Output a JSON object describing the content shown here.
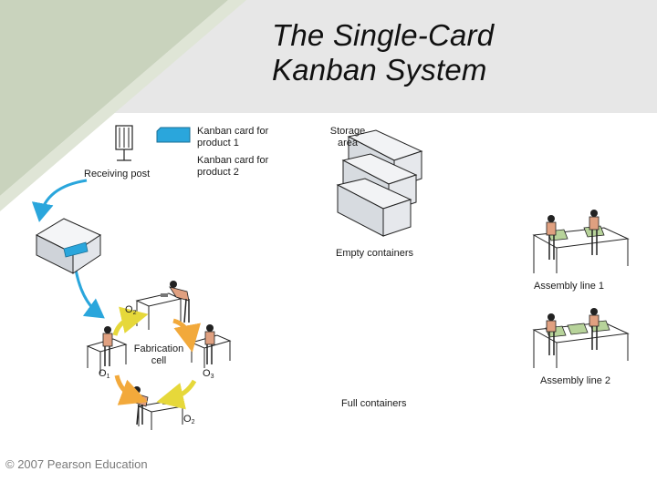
{
  "title": {
    "line1": "The Single-Card",
    "line2": "Kanban System"
  },
  "labels": {
    "receiving_post": "Receiving post",
    "kanban_card_1_line1": "Kanban card for",
    "kanban_card_1_line2": "product 1",
    "kanban_card_2_line1": "Kanban card for",
    "kanban_card_2_line2": "product 2",
    "storage_area_line1": "Storage",
    "storage_area_line2": "area",
    "empty_containers": "Empty containers",
    "full_containers": "Full containers",
    "assembly_line_1": "Assembly line 1",
    "assembly_line_2": "Assembly line 2",
    "fabrication_cell_line1": "Fabrication",
    "fabrication_cell_line2": "cell",
    "operator_letter": "O",
    "o2_top_sub": "2",
    "o1_sub": "1",
    "o3_sub": "3",
    "o2_bottom_sub": "2"
  },
  "copyright": "© 2007 Pearson Education",
  "colors": {
    "corner_green": "#c9d3bd",
    "header_grey": "#e7e7e7",
    "kanban_card_blue": "#2aa6dc",
    "flow_arrow_blue": "#2aa6dc",
    "cycle_arrow_orange": "#f2a93b",
    "cycle_arrow_yellow": "#e6d83a",
    "container_face": "#e4e6ea"
  }
}
